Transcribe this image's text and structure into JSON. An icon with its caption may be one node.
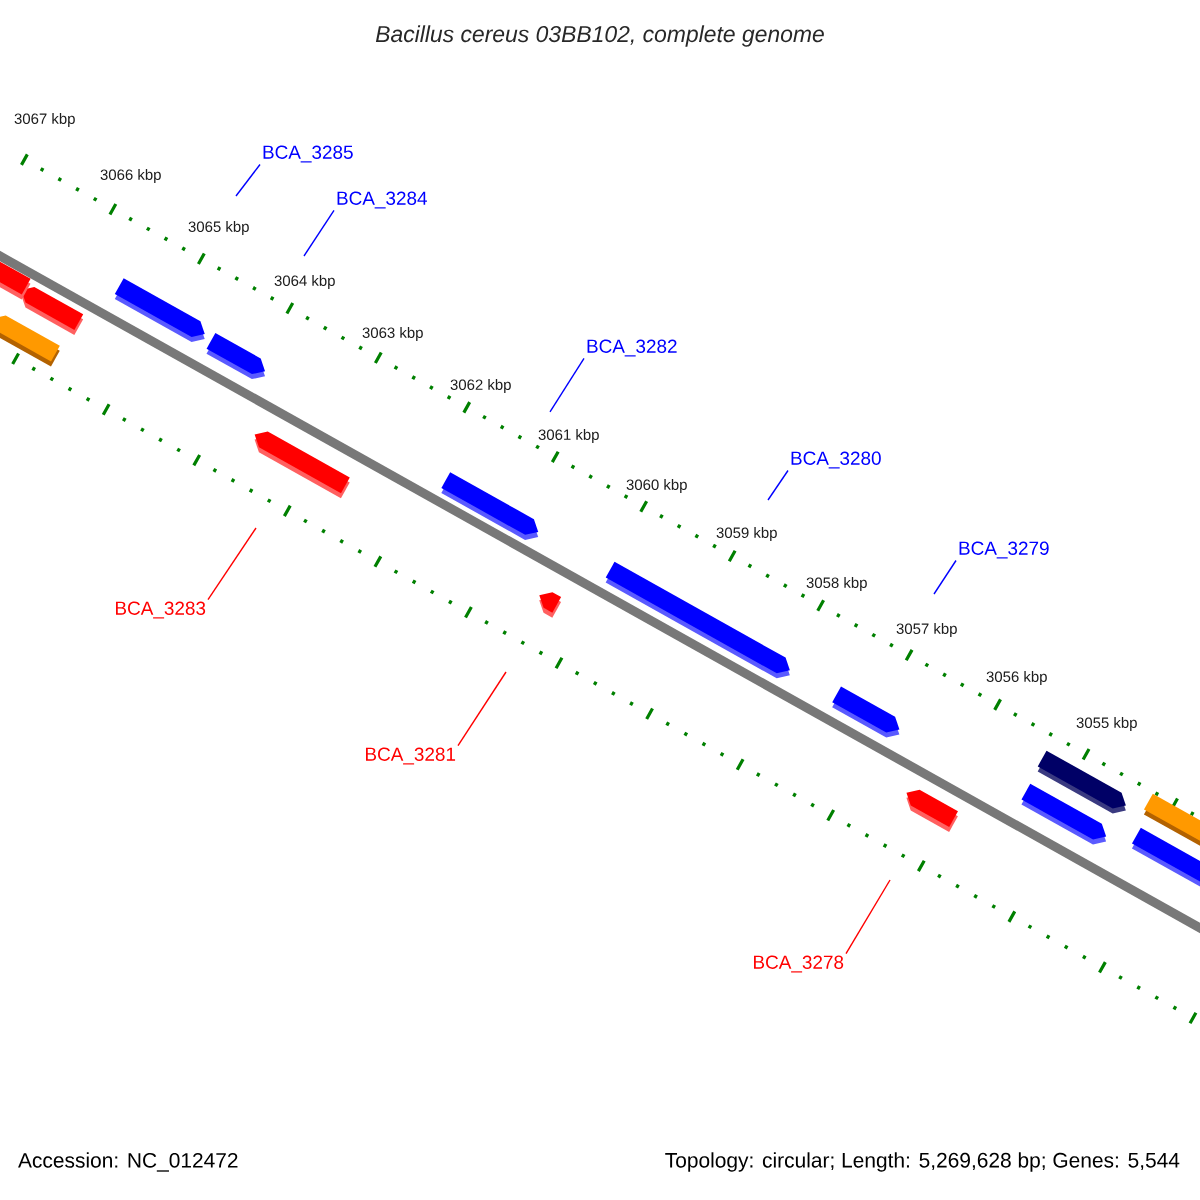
{
  "diagram": {
    "title": "Bacillus cereus 03BB102, complete genome",
    "nodes": [
      {
        "text": [
          "BCA_3285"
        ]
      },
      {
        "text": [
          "BCA_3284"
        ]
      },
      {
        "text": [
          "BCA_3282"
        ]
      },
      {
        "text": [
          "BCA_3280"
        ]
      },
      {
        "text": [
          "BCA_3279"
        ]
      },
      {
        "text": [
          "BCA_3283"
        ]
      },
      {
        "text": [
          "BCA_3281"
        ]
      },
      {
        "text": [
          "BCA_3278"
        ]
      }
    ],
    "edges": [
      {
        "from": 0,
        "to": null,
        "arrow": "none"
      },
      {
        "from": 1,
        "to": null,
        "arrow": "none"
      },
      {
        "from": 2,
        "to": null,
        "arrow": "none"
      },
      {
        "from": 3,
        "to": null,
        "arrow": "none"
      },
      {
        "from": 4,
        "to": null,
        "arrow": "none"
      },
      {
        "from": 5,
        "to": null,
        "arrow": "none",
        "color": "#ff0000"
      },
      {
        "from": 6,
        "to": null,
        "arrow": "none",
        "color": "#ff0000"
      },
      {
        "from": 7,
        "to": null,
        "arrow": "none",
        "color": "#ff0000"
      }
    ],
    "labels": [
      "3067 kbp",
      "3066 kbp",
      "3065 kbp",
      "3064 kbp",
      "3063 kbp",
      "3062 kbp",
      "3061 kbp",
      "3060 kbp",
      "3059 kbp",
      "3058 kbp",
      "3057 kbp",
      "3056 kbp",
      "3055 kbp",
      "Accession: NC_012472",
      "Topology: circular; Length: 5,269,628 bp; Genes: 5,544"
    ]
  }
}
